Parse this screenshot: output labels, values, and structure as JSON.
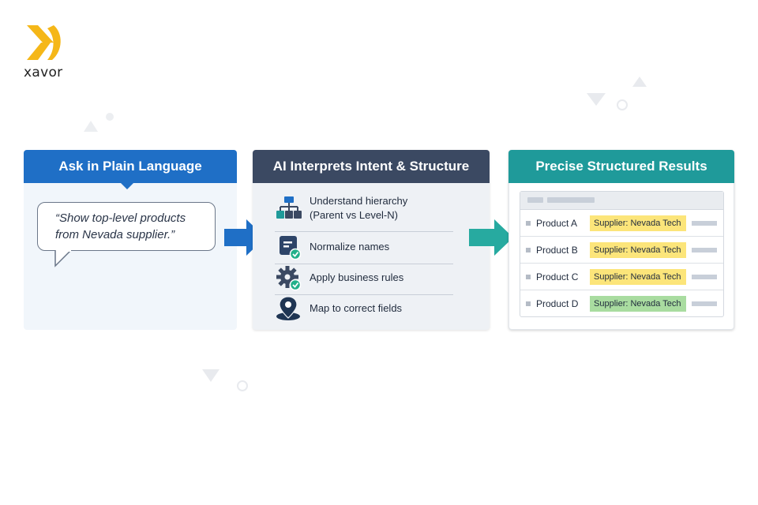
{
  "brand": {
    "name": "xavor",
    "logo_color": "#f5b718"
  },
  "colors": {
    "blue": "#1f6fc6",
    "slate": "#3b4962",
    "teal": "#1f9a9a",
    "highlight_yellow": "#fce57a",
    "highlight_green": "#a9dca0",
    "check_green": "#22b08a"
  },
  "panels": [
    {
      "title": "Ask in Plain Language",
      "quote_line1": "“Show top-level products",
      "quote_line2": "from Nevada supplier.”"
    },
    {
      "title": "AI Interprets Intent & Structure",
      "steps": [
        {
          "icon": "hierarchy-icon",
          "line1": "Understand hierarchy",
          "line2": "(Parent vs Level-N)"
        },
        {
          "icon": "document-check-icon",
          "line1": "Normalize names"
        },
        {
          "icon": "gear-check-icon",
          "line1": "Apply business rules"
        },
        {
          "icon": "map-pin-icon",
          "line1": "Map to correct fields"
        }
      ]
    },
    {
      "title": "Precise Structured Results",
      "rows": [
        {
          "product": "Product A",
          "supplier": "Supplier: Nevada Tech",
          "highlight": "yellow"
        },
        {
          "product": "Product B",
          "supplier": "Supplier: Nevada Tech",
          "highlight": "yellow"
        },
        {
          "product": "Product C",
          "supplier": "Supplier: Nevada Tech",
          "highlight": "yellow"
        },
        {
          "product": "Product D",
          "supplier": "Supplier: Nevada Tech",
          "highlight": "green"
        }
      ]
    }
  ]
}
